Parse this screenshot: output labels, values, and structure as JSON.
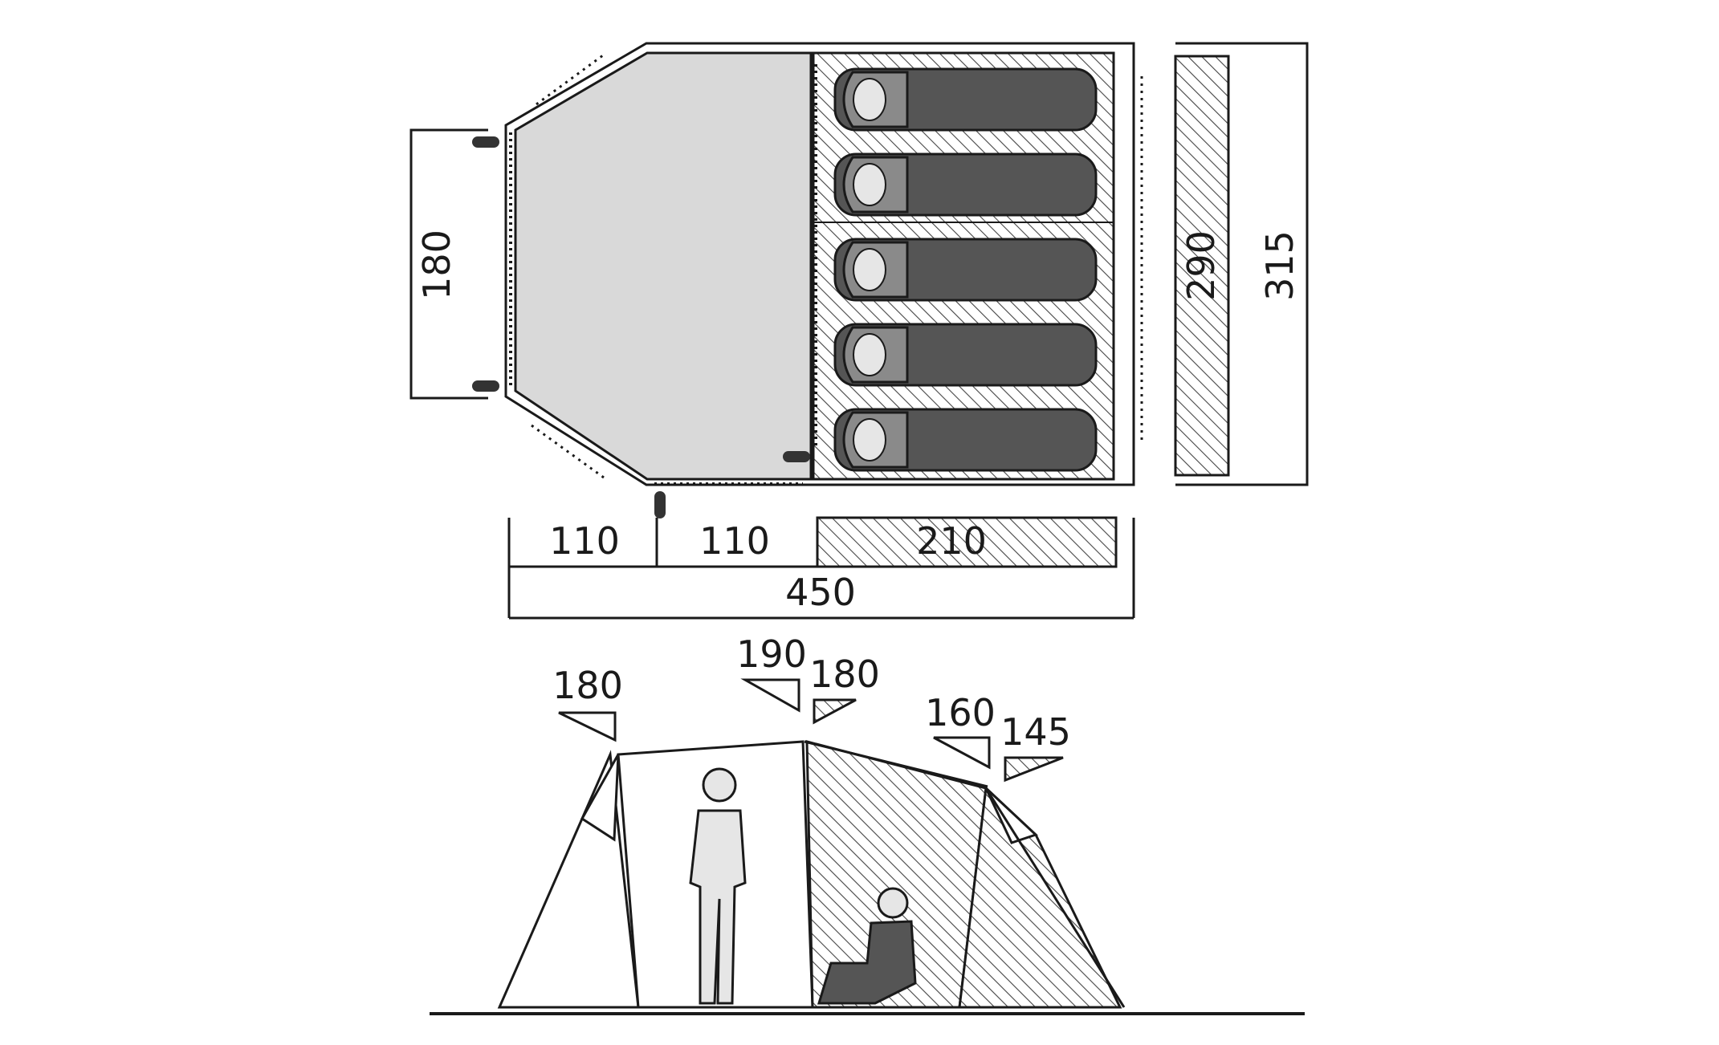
{
  "floor_plan": {
    "width_labels": {
      "vestibule_front": "110",
      "vestibule_rear": "110",
      "inner_tent": "210",
      "total_length": "450"
    },
    "height_labels": {
      "entrance_width": "180",
      "inner_width": "290",
      "total_width": "315"
    },
    "sleeping_places": 5
  },
  "side_view": {
    "height_labels": {
      "front_arch": "180",
      "center_arch": "190",
      "center_inner": "180",
      "rear_arch": "160",
      "rear_inner": "145"
    }
  },
  "colors": {
    "line": "#1a1a1a",
    "vestibule_fill": "#d9d9d9",
    "sleeping_bag": "#555555",
    "hatch": "#444444",
    "figure": "#e6e6e6"
  }
}
